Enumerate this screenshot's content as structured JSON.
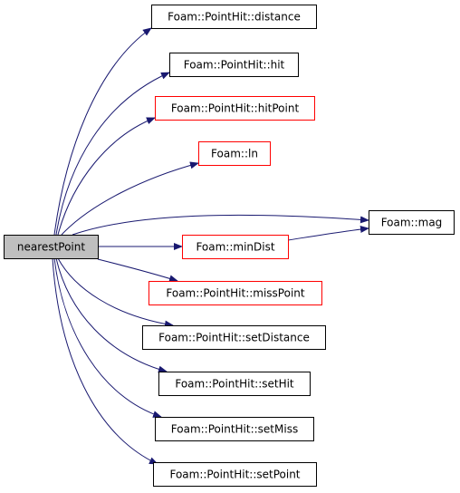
{
  "diagram": {
    "colors": {
      "edge": "#191970",
      "root_fill": "#bfbfbf",
      "node_border": "#000000",
      "truncated_border": "#ff0000",
      "background": "#ffffff"
    },
    "root": {
      "id": "root",
      "label": "nearestPoint"
    },
    "nodes": [
      {
        "id": "distance",
        "label": "Foam::PointHit::distance",
        "truncated": false
      },
      {
        "id": "hit",
        "label": "Foam::PointHit::hit",
        "truncated": false
      },
      {
        "id": "hitPoint",
        "label": "Foam::PointHit::hitPoint",
        "truncated": true
      },
      {
        "id": "ln",
        "label": "Foam::ln",
        "truncated": true
      },
      {
        "id": "mag",
        "label": "Foam::mag",
        "truncated": false
      },
      {
        "id": "minDist",
        "label": "Foam::minDist",
        "truncated": true
      },
      {
        "id": "missPoint",
        "label": "Foam::PointHit::missPoint",
        "truncated": true
      },
      {
        "id": "setDistance",
        "label": "Foam::PointHit::setDistance",
        "truncated": false
      },
      {
        "id": "setHit",
        "label": "Foam::PointHit::setHit",
        "truncated": false
      },
      {
        "id": "setMiss",
        "label": "Foam::PointHit::setMiss",
        "truncated": false
      },
      {
        "id": "setPoint",
        "label": "Foam::PointHit::setPoint",
        "truncated": false
      }
    ],
    "edges": [
      {
        "from": "root",
        "to": "distance"
      },
      {
        "from": "root",
        "to": "hit"
      },
      {
        "from": "root",
        "to": "hitPoint"
      },
      {
        "from": "root",
        "to": "ln"
      },
      {
        "from": "root",
        "to": "mag"
      },
      {
        "from": "root",
        "to": "minDist"
      },
      {
        "from": "root",
        "to": "missPoint"
      },
      {
        "from": "root",
        "to": "setDistance"
      },
      {
        "from": "root",
        "to": "setHit"
      },
      {
        "from": "root",
        "to": "setMiss"
      },
      {
        "from": "root",
        "to": "setPoint"
      },
      {
        "from": "minDist",
        "to": "mag"
      }
    ]
  }
}
